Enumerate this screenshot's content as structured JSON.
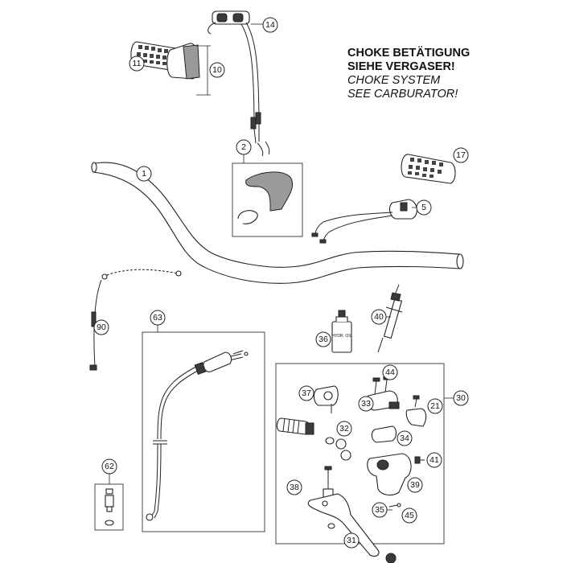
{
  "note": {
    "line1": "CHOKE BETÄTIGUNG",
    "line2": "SIEHE VERGASER!",
    "line3": "CHOKE SYSTEM",
    "line4": "SEE CARBURATOR!"
  },
  "callouts": {
    "c1": "1",
    "c2": "2",
    "c5": "5",
    "c10": "10",
    "c11": "11",
    "c14": "14",
    "c17": "17",
    "c21": "21",
    "c30": "30",
    "c31": "31",
    "c32": "32",
    "c33": "33",
    "c34": "34",
    "c35": "35",
    "c36": "36",
    "c37": "37",
    "c38": "38",
    "c39": "39",
    "c40": "40",
    "c41": "41",
    "c44": "44",
    "c45": "45",
    "c62": "62",
    "c63": "63",
    "c90": "90"
  },
  "labels": {
    "bottle": "HYDR. OIL"
  }
}
